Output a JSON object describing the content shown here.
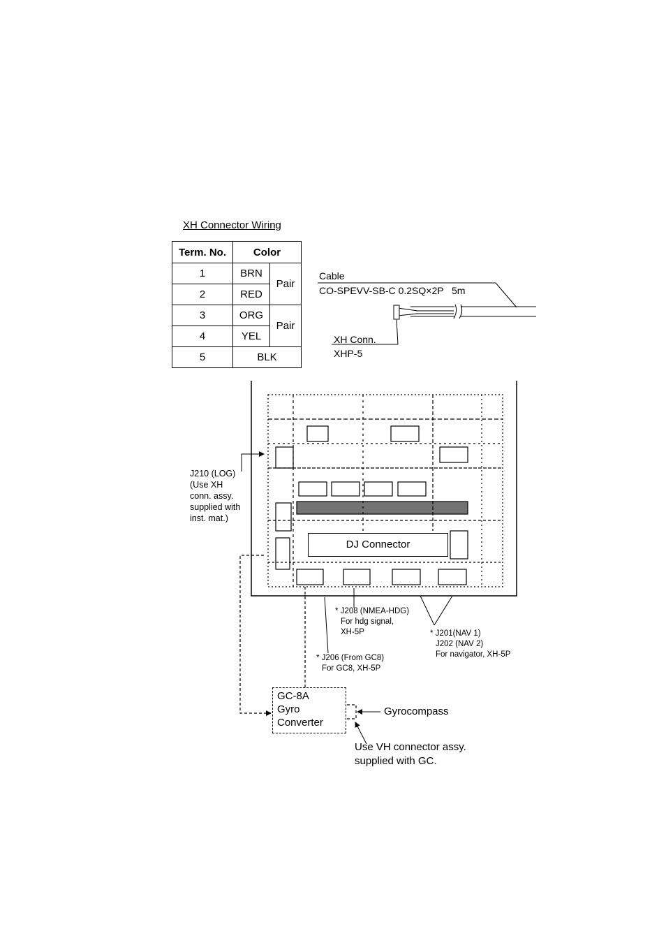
{
  "wiring_table": {
    "title": "XH Connector Wiring",
    "headers": [
      "Term. No.",
      "Color"
    ],
    "rows": [
      {
        "term": "1",
        "color": "BRN",
        "pair": "Pair"
      },
      {
        "term": "2",
        "color": "RED"
      },
      {
        "term": "3",
        "color": "ORG",
        "pair": "Pair"
      },
      {
        "term": "4",
        "color": "YEL"
      },
      {
        "term": "5",
        "color": "BLK"
      }
    ]
  },
  "cable": {
    "label": "Cable",
    "spec": "CO-SPEVV-SB-C 0.2SQ×2P   5m",
    "conn_label": "XH Conn.",
    "conn_type": "XHP-5"
  },
  "board": {
    "dj_connector": "DJ Connector",
    "j210": [
      "J210 (LOG)",
      "(Use XH",
      "conn. assy.",
      "supplied with",
      "inst. mat.)"
    ],
    "j208": [
      "* J208 (NMEA-HDG)",
      "For hdg signal,",
      "XH-5P"
    ],
    "j201": [
      "* J201(NAV 1)",
      "J202 (NAV 2)",
      "For navigator, XH-5P"
    ],
    "j206": [
      "* J206 (From GC8)",
      "For GC8, XH-5P"
    ]
  },
  "converter": {
    "lines": [
      "GC-8A",
      "Gyro",
      "Converter"
    ],
    "gyrocompass": "Gyrocompass",
    "vh_note": [
      "Use VH connector assy.",
      "supplied with GC."
    ]
  }
}
